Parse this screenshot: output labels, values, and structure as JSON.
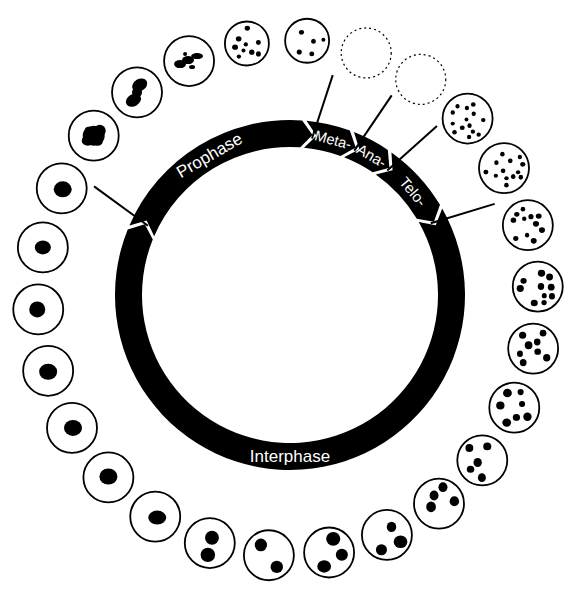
{
  "diagram": {
    "labels": [
      "Prophase",
      "Meta-",
      "Ana-",
      "Telo-",
      "Interphase"
    ]
  }
}
